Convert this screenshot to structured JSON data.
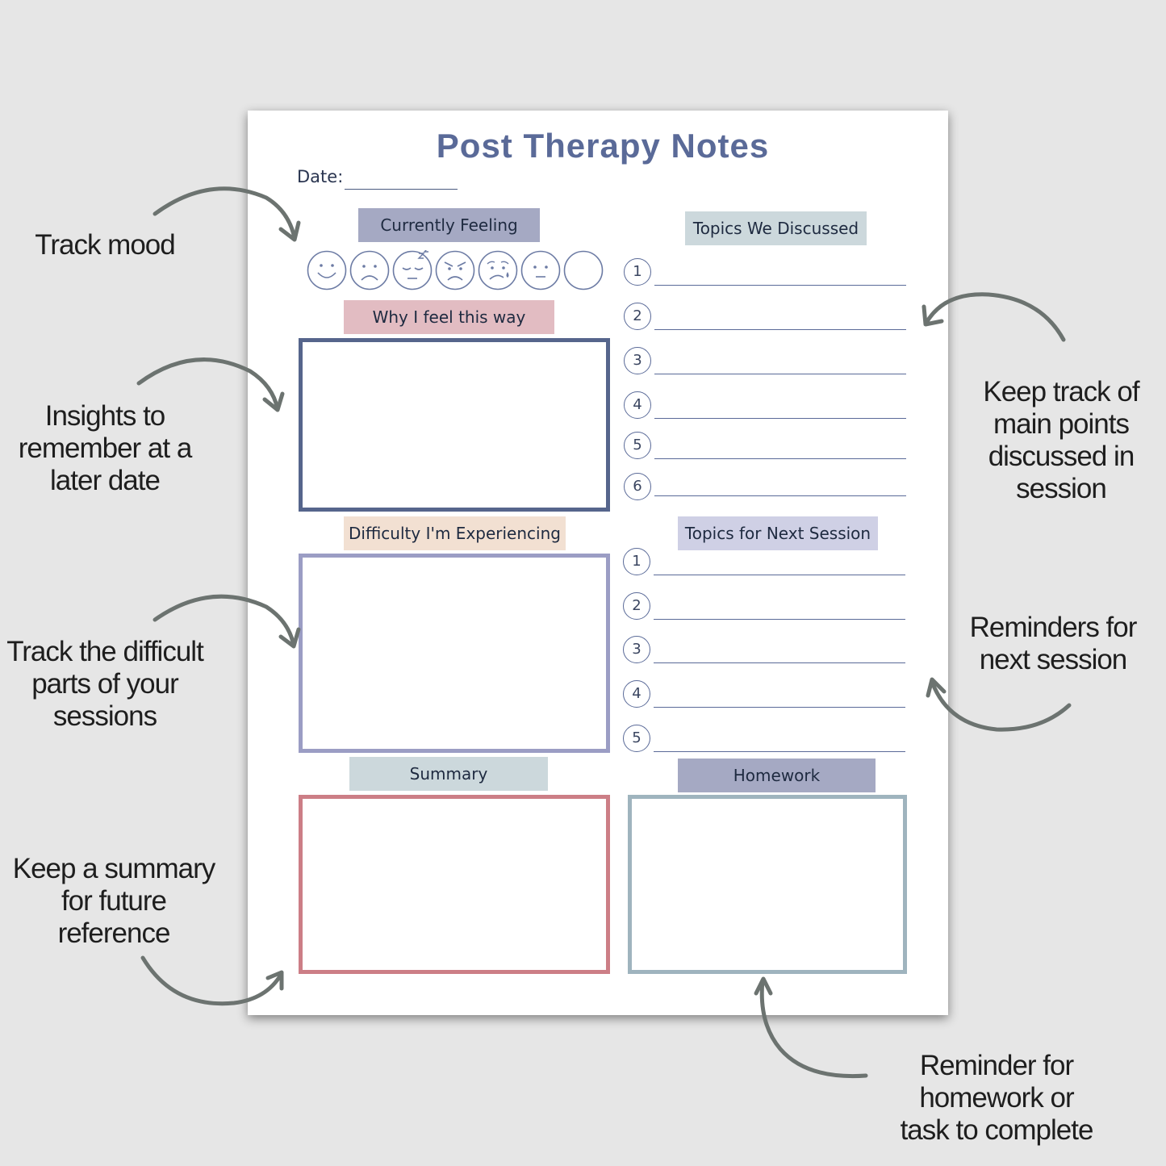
{
  "sheet": {
    "title": "Post Therapy Notes",
    "date_label": "Date:",
    "sections": {
      "currently_feeling": "Currently Feeling",
      "why_feel": "Why I feel this way",
      "difficulty": "Difficulty I'm Experiencing",
      "summary": "Summary",
      "topics_discussed": "Topics We Discussed",
      "topics_next": "Topics for Next Session",
      "homework": "Homework"
    },
    "topics_discussed_numbers": [
      "1",
      "2",
      "3",
      "4",
      "5",
      "6"
    ],
    "topics_next_numbers": [
      "1",
      "2",
      "3",
      "4",
      "5"
    ],
    "mood_faces": [
      "happy-face-icon",
      "sad-face-icon",
      "sleepy-face-icon",
      "angry-face-icon",
      "crying-face-icon",
      "neutral-face-icon",
      "blank-face-icon"
    ]
  },
  "annotations": {
    "track_mood": "Track mood",
    "insights": [
      "Insights to",
      "remember at a",
      "later date"
    ],
    "difficult": [
      "Track the difficult",
      "parts of your",
      "sessions"
    ],
    "summary": [
      "Keep a summary",
      "for future",
      "reference"
    ],
    "main_points": [
      "Keep track of",
      "main points",
      "discussed in",
      "session"
    ],
    "next_session": [
      "Reminders for",
      "next session"
    ],
    "homework": [
      "Reminder for",
      "homework or",
      "task to complete"
    ]
  },
  "colors": {
    "navy": "#56658c",
    "lavender": "#9b9dc4",
    "rose": "#cc7e86",
    "slate": "#9fb4be",
    "label_lavender": "#a5a9c3",
    "label_pink": "#e2bcc2",
    "label_peach": "#f2e0d2",
    "label_grey": "#ccd8dc",
    "label_light_lavender": "#cfd0e5"
  }
}
